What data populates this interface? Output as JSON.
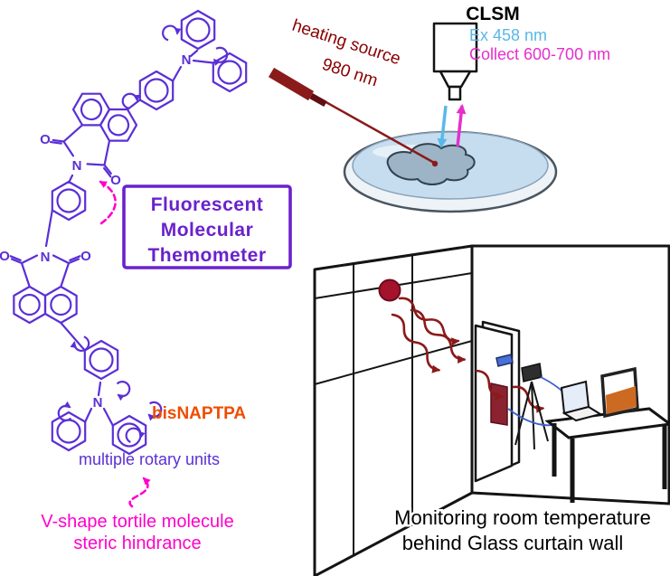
{
  "figure": {
    "thermometer_box": {
      "line1": "Fluorescent",
      "line2": "Molecular",
      "line3": "Themometer"
    },
    "molecule": {
      "name": "bisNAPTPA",
      "nitrogen": "N",
      "oxygen": "O"
    },
    "notes": {
      "rotary": "multiple rotary units",
      "vshape1": "V-shape tortile molecule",
      "vshape2": "steric hindrance"
    },
    "clsm": {
      "title": "CLSM",
      "excitation": "Ex 458 nm",
      "collection": "Collect 600-700 nm"
    },
    "heating": {
      "label": "heating source",
      "wavelength": "980 nm"
    },
    "room": {
      "caption1": "Monitoring room temperature",
      "caption2": "behind Glass curtain wall"
    },
    "colors": {
      "structure_purple": "#5b2fd6",
      "box_purple": "#6a22cc",
      "pink": "#ff00cc",
      "magenta": "#e62ecc",
      "light_blue": "#59b8e8",
      "orange": "#ee4d00",
      "dark_red": "#8b1a1a",
      "heating_text": "#8b0000",
      "black": "#141414"
    }
  }
}
